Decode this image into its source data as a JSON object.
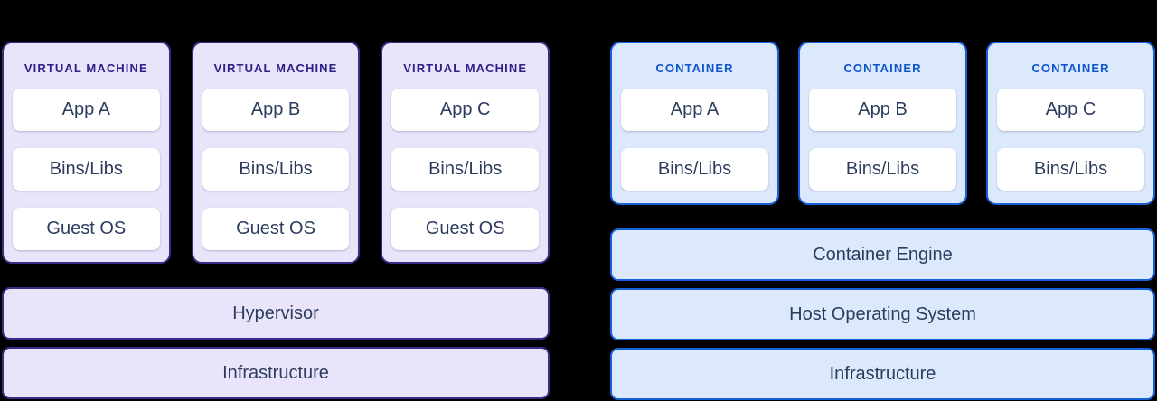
{
  "background_color": "#000000",
  "layer_text_color": "#2C3C5E",
  "vm_section": {
    "theme": {
      "fill": "#E9E4FA",
      "border": "#372D86",
      "title_color": "#2B2189"
    },
    "cards": [
      {
        "title": "VIRTUAL MACHINE",
        "layers": [
          "App A",
          "Bins/Libs",
          "Guest OS"
        ]
      },
      {
        "title": "VIRTUAL MACHINE",
        "layers": [
          "App B",
          "Bins/Libs",
          "Guest OS"
        ]
      },
      {
        "title": "VIRTUAL MACHINE",
        "layers": [
          "App C",
          "Bins/Libs",
          "Guest OS"
        ]
      }
    ],
    "bars": [
      "Hypervisor",
      "Infrastructure"
    ]
  },
  "container_section": {
    "theme": {
      "fill": "#DCE9FC",
      "border": "#1660D9",
      "title_color": "#1156C8"
    },
    "cards": [
      {
        "title": "CONTAINER",
        "layers": [
          "App A",
          "Bins/Libs"
        ]
      },
      {
        "title": "CONTAINER",
        "layers": [
          "App B",
          "Bins/Libs"
        ]
      },
      {
        "title": "CONTAINER",
        "layers": [
          "App C",
          "Bins/Libs"
        ]
      }
    ],
    "bars": [
      "Container Engine",
      "Host Operating System",
      "Infrastructure"
    ]
  }
}
